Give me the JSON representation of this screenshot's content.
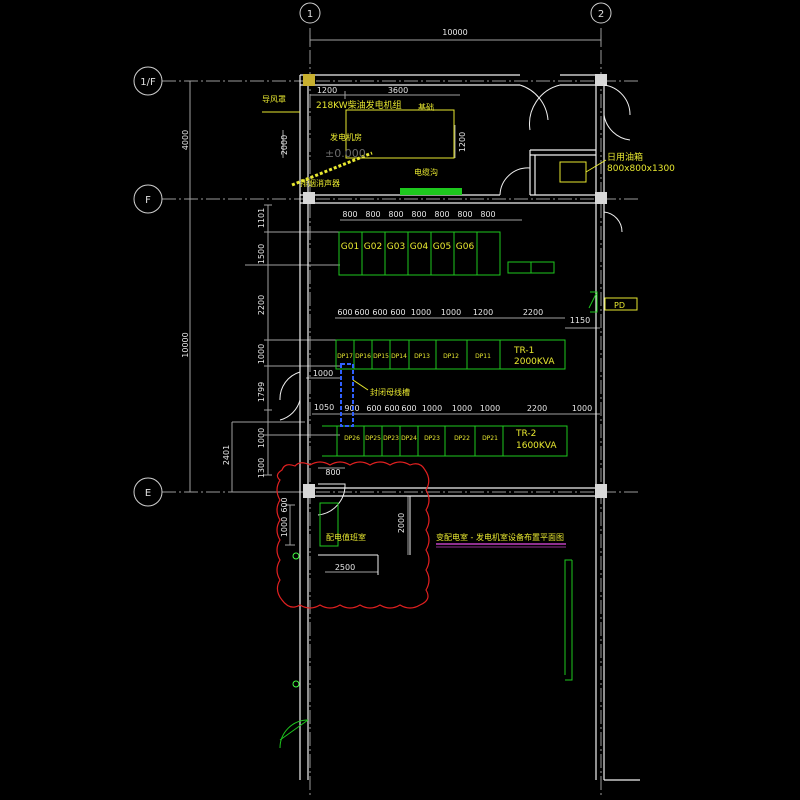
{
  "axes": {
    "grid_1": "1",
    "grid_2": "2",
    "grid_1f": "1/F",
    "grid_f": "F",
    "grid_e": "E"
  },
  "dims": {
    "top_span": "10000",
    "top_1200": "1200",
    "top_3600": "3600",
    "left_4000": "4000",
    "left_10000": "10000",
    "d_1101": "1101",
    "d_1500": "1500",
    "d_2200": "2200",
    "d_1000a": "1000",
    "d_1799": "1799",
    "d_1000b": "1000",
    "d_1300": "1300",
    "d_2401": "2401",
    "d_1000_side": "1000",
    "d_1150": "1150",
    "d_1050": "1050",
    "d_900": "900",
    "gen_2000": "2000",
    "gen_1200": "1200",
    "rm_800": "800",
    "rm_600": "600",
    "rm_1000": "1000",
    "rm_2000": "2000",
    "rm_2500": "2500",
    "row1": [
      "800",
      "800",
      "800",
      "800",
      "800",
      "800",
      "800"
    ],
    "row2": [
      "600",
      "600",
      "600",
      "600",
      "1000",
      "1000",
      "1200",
      "2200"
    ],
    "row3": [
      "900",
      "600",
      "600",
      "600",
      "1000",
      "1000",
      "1000",
      "2200",
      "1000"
    ]
  },
  "labels": {
    "fan_hood": "导风罩",
    "gen_title": "218KW柴油发电机组",
    "gen_base": "基础",
    "gen_room": "发电机房",
    "gen_level": "±0.000",
    "muffler": "排烟消声器",
    "cable_trench": "电缆沟",
    "oil_tank": "日用油箱",
    "oil_tank_size": "800x800x1300",
    "pd": "PD",
    "busway": "封闭母线槽",
    "room_name": "配电值班室",
    "drawing_title": "变配电室 - 发电机室设备布置平面图"
  },
  "panels": {
    "g": [
      "G01",
      "G02",
      "G03",
      "G04",
      "G05",
      "G06"
    ],
    "dp1": [
      "DP17",
      "DP16",
      "DP15",
      "DP14",
      "DP13",
      "DP12",
      "DP11"
    ],
    "dp2": [
      "DP26",
      "DP25",
      "DP23",
      "DP24",
      "DP23",
      "DP22",
      "DP21"
    ],
    "tr1_name": "TR-1",
    "tr1_cap": "2000KVA",
    "tr2_name": "TR-2",
    "tr2_cap": "1600KVA"
  }
}
